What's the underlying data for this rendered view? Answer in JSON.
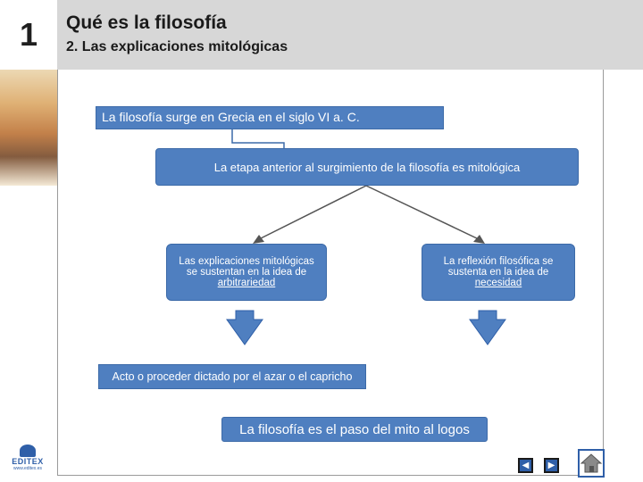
{
  "header": {
    "chapter_number": "1",
    "title": "Qué es la filosofía",
    "subtitle": "2. Las explicaciones mitológicas"
  },
  "diagram": {
    "box1": "La filosofía surge en Grecia en el siglo VI a. C.",
    "box2": "La etapa anterior al surgimiento de la filosofía es mitológica",
    "left_box": {
      "line1": "Las explicaciones mitológicas",
      "line2": "se sustentan en la idea de",
      "keyword": "arbitrariedad"
    },
    "right_box": {
      "line1": "La reflexión filosófica se",
      "line2": "sustenta en la idea de",
      "keyword": "necesidad"
    },
    "definition": "Acto o proceder dictado por el azar o el capricho",
    "conclusion": "La filosofía es el paso del mito al logos"
  },
  "footer": {
    "logo_text": "EDITEX",
    "logo_url": "www.editex.es",
    "prev_icon": "◀",
    "next_icon": "▶"
  },
  "colors": {
    "box_fill": "#4f7fc0",
    "arrow_fill": "#4f7fc0",
    "header_bg": "#d7d7d7"
  }
}
